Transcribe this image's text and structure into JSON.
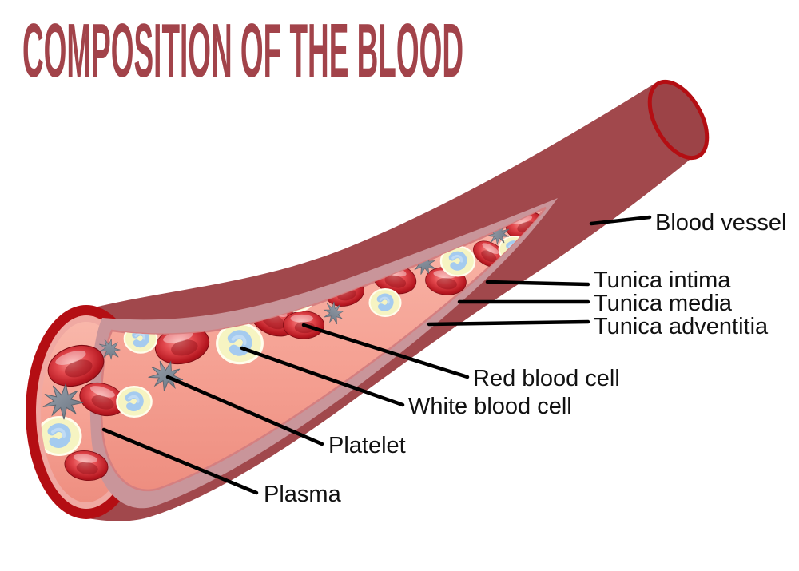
{
  "title": "COMPOSITION OF THE BLOOD",
  "labels": {
    "blood_vessel": "Blood vessel",
    "tunica_intima": "Tunica intima",
    "tunica_media": "Tunica media",
    "tunica_adventitia": "Tunica adventitia",
    "red_blood_cell": "Red blood cell",
    "white_blood_cell": "White blood cell",
    "platelet": "Platelet",
    "plasma": "Plasma"
  },
  "colors": {
    "title": "#A2434A",
    "label_text": "#111111",
    "leader_line": "#000000",
    "vessel_outer": "#A1484C",
    "vessel_cap_fill": "#9C4347",
    "vessel_cap_ring": "#B40E13",
    "tunica_media_band": "#C9959A",
    "plasma": "#F5A496",
    "opening_rim": "#B40E13",
    "opening_lining": "#F0A9A2",
    "red_blood_cell": "#C41E28",
    "white_blood_cell_body": "#F6F4C2",
    "white_blood_cell_nucleus": "#A5CBEF",
    "platelet": "#7E8894"
  }
}
